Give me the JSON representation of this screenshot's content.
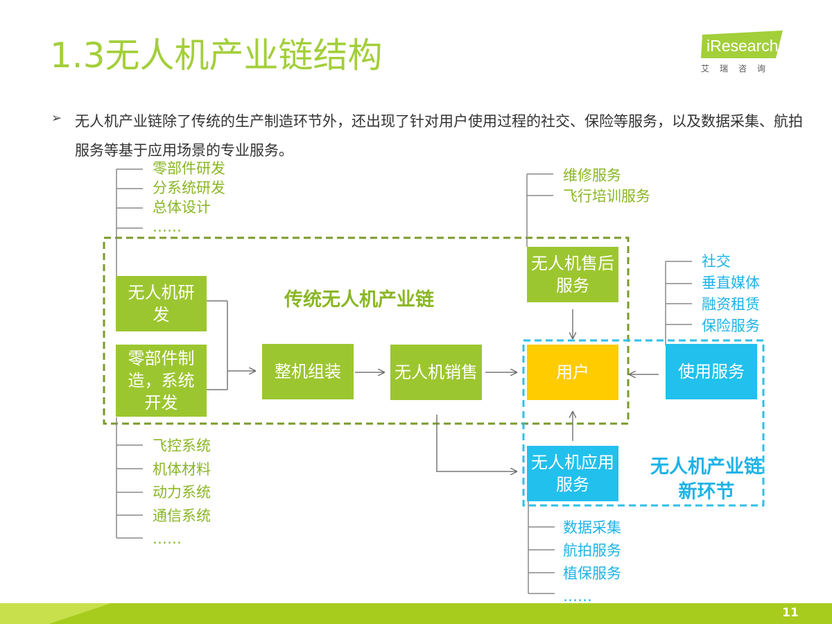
{
  "title": "1.3无人机产业链结构",
  "logo": {
    "brand": "iResearch",
    "subtitle": "艾瑞咨询"
  },
  "bullet": "无人机产业链除了传统的生产制造环节外，还出现了针对用户使用过程的社交、保险等服务，以及数据采集、航拍服务等基于应用场景的专业服务。",
  "rd_items": [
    "零部件研发",
    "分系统研发",
    "总体设计",
    "……"
  ],
  "after_sales_items": [
    "维修服务",
    "飞行培训服务"
  ],
  "usage_items": [
    "社交",
    "垂直媒体",
    "融资租赁",
    "保险服务"
  ],
  "component_items": [
    "飞控系统",
    "机体材料",
    "动力系统",
    "通信系统",
    "……"
  ],
  "application_items": [
    "数据采集",
    "航拍服务",
    "植保服务",
    "……"
  ],
  "boxes": {
    "rd": "无人机研发",
    "components": "零部件制造，系统开发",
    "assembly": "整机组装",
    "sales": "无人机销售",
    "after_sales": "无人机售后服务",
    "user": "用户",
    "usage": "使用服务",
    "application": "无人机应用服务"
  },
  "labels": {
    "traditional": "传统无人机产业链",
    "new_links": "无人机产业链新环节"
  },
  "page_number": "11",
  "colors": {
    "green": "#9cc630",
    "title_green": "#a3cf3a",
    "blue": "#22c0ec",
    "yellow": "#ffcc00",
    "dash_green": "#7a9a2a"
  }
}
